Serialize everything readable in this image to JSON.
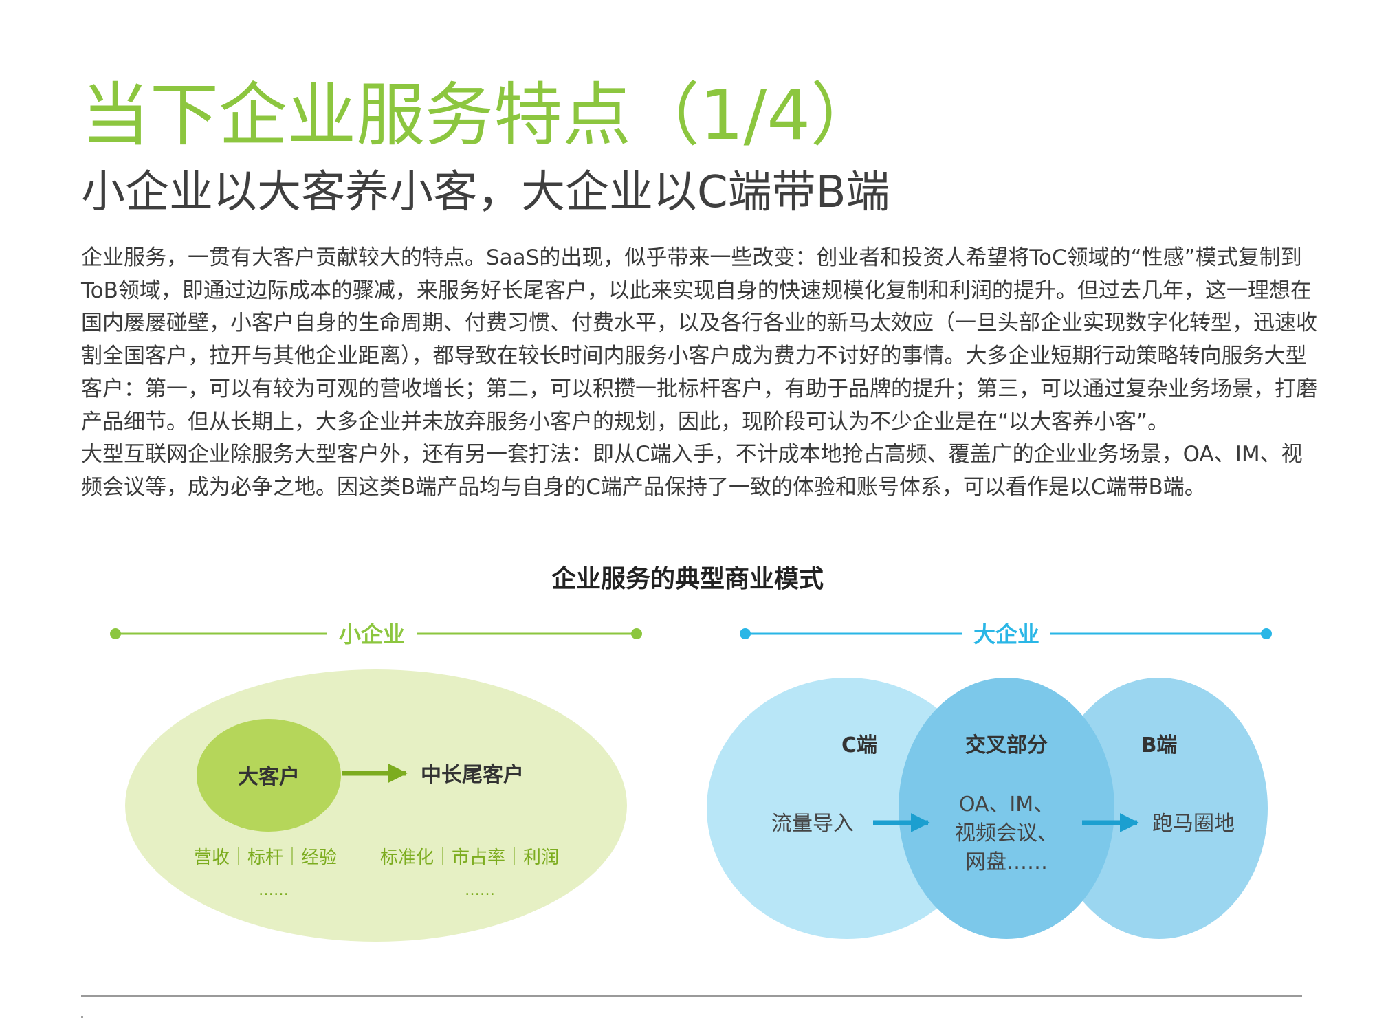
{
  "title": "当下企业服务特点（1/4）",
  "subtitle": "小企业以大客养小客，大企业以C端带B端",
  "paragraphs": [
    "企业服务，一贯有大客户贡献较大的特点。SaaS的出现，似乎带来一些改变：创业者和投资人希望将ToC领域的“性感”模式复制到ToB领域，即通过边际成本的骤减，来服务好长尾客户，以此来实现自身的快速规模化复制和利润的提升。但过去几年，这一理想在国内屡屡碰壁，小客户自身的生命周期、付费习惯、付费水平，以及各行各业的新马太效应（一旦头部企业实现数字化转型，迅速收割全国客户，拉开与其他企业距离），都导致在较长时间内服务小客户成为费力不讨好的事情。大多企业短期行动策略转向服务大型客户：第一，可以有较为可观的营收增长；第二，可以积攒一批标杆客户，有助于品牌的提升；第三，可以通过复杂业务场景，打磨产品细节。但从长期上，大多企业并未放弃服务小客户的规划，因此，现阶段可认为不少企业是在“以大客养小客”。",
    "大型互联网企业除服务大型客户外，还有另一套打法：即从C端入手，不计成本地抢占高频、覆盖广的企业业务场景，OA、IM、视频会议等，成为必争之地。因这类B端产品均与自身的C端产品保持了一致的体验和账号体系，可以看作是以C端带B端。"
  ],
  "diagram": {
    "title": "企业服务的典型商业模式",
    "small": {
      "label": "小企业",
      "big_customer": "大客户",
      "long_tail": "中长尾客户",
      "left_benefits": "营收｜标杆｜经验",
      "right_benefits": "标准化｜市占率｜利润",
      "left_more": "……",
      "right_more": "……"
    },
    "large": {
      "label": "大企业",
      "c_side": "C端",
      "overlap": "交叉部分",
      "b_side": "B端",
      "traffic": "流量导入",
      "overlap_line1": "OA、IM、",
      "overlap_line2": "视频会议、",
      "overlap_line3": "网盘……",
      "land_grab": "跑马圈地"
    }
  },
  "colors": {
    "green": "#8cc63f",
    "green_dark": "#7cac1f",
    "green_light_ellipse": "#e6f0c4",
    "green_circle": "#b5d65a",
    "blue": "#29b6e6",
    "blue_arrow": "#1b9fd0",
    "c_circle": "#b8e6f7",
    "b_circle": "#9bd6f0",
    "overlap": "#7cc8ea"
  }
}
